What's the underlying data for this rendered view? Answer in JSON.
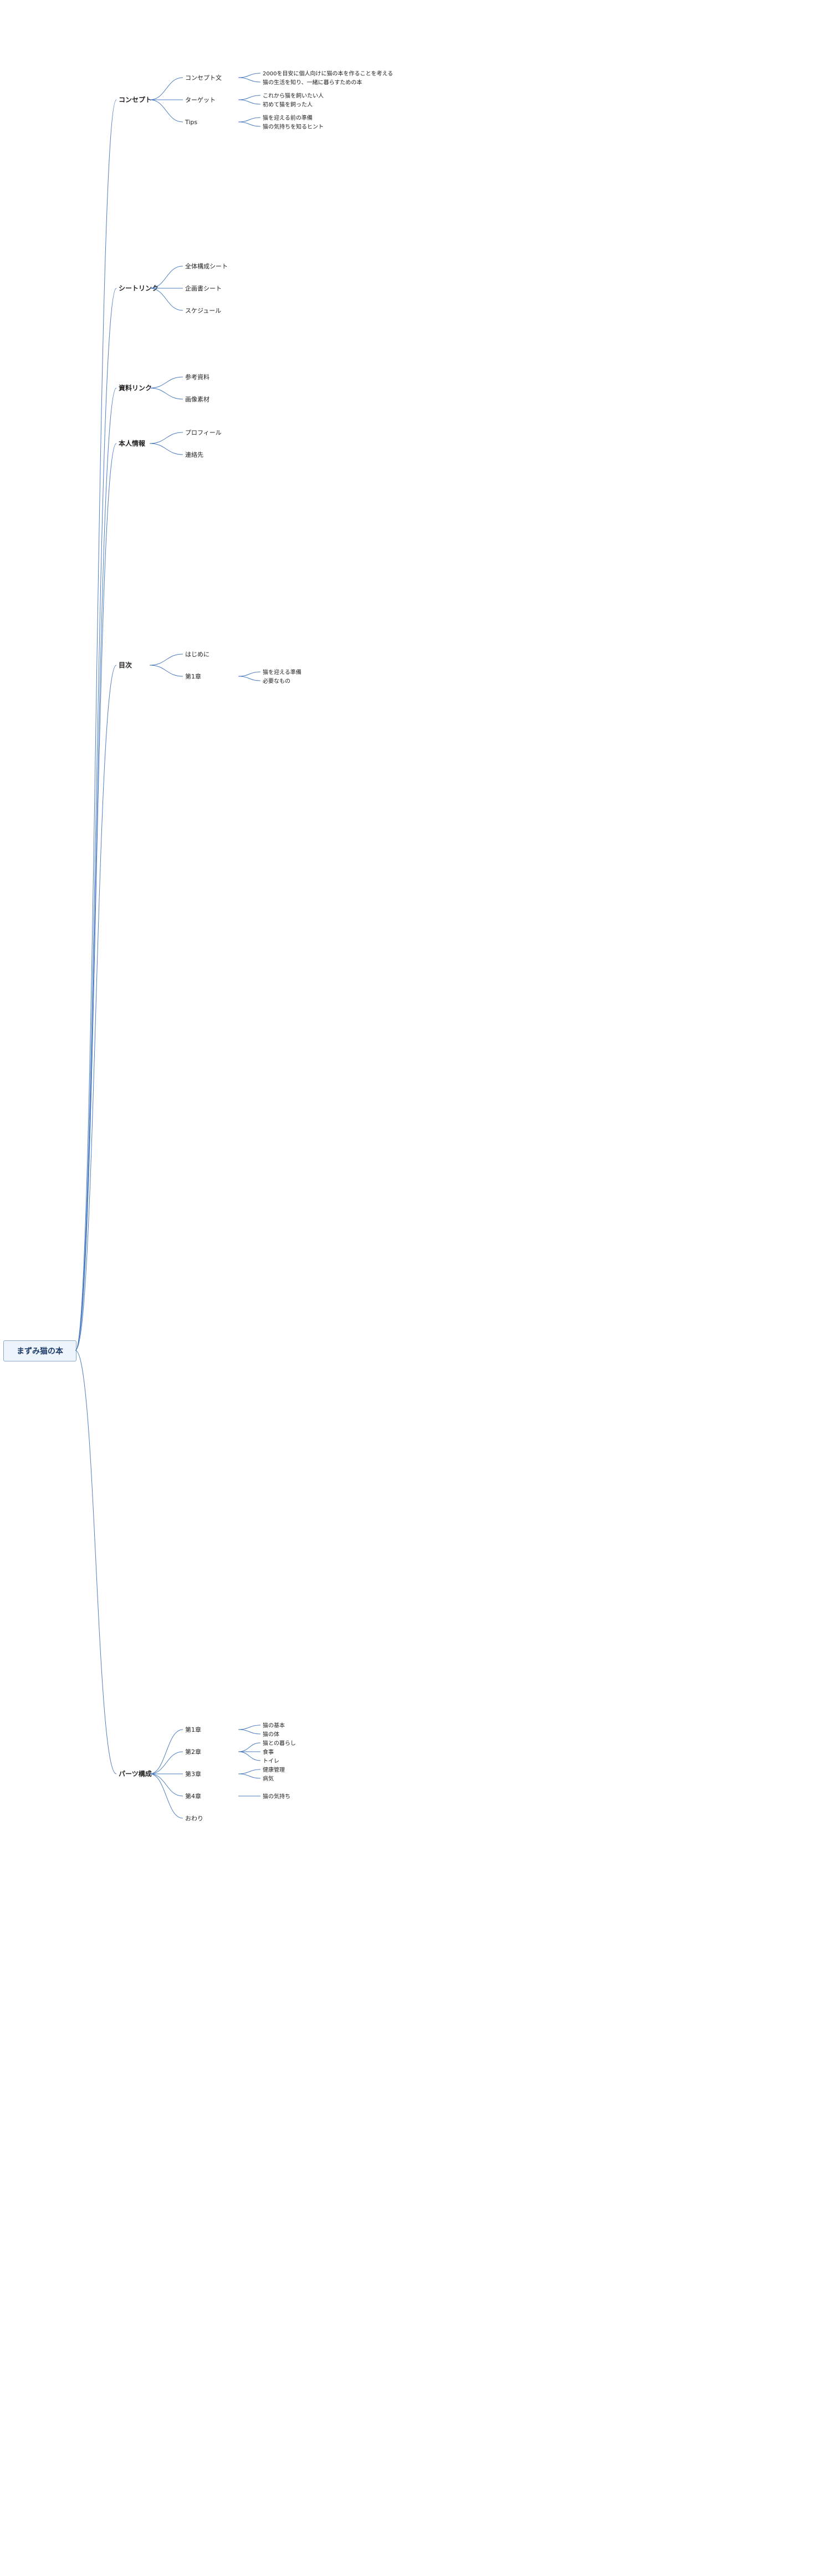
{
  "root": "まずみ猫の本",
  "colors": {
    "line": "#4a7bc0",
    "text": "#222222",
    "root_bg": "#eef4fb",
    "root_border": "#8ba4c6"
  },
  "branches": [
    {
      "label": "コンセプト",
      "children": [
        {
          "label": "コンセプト文",
          "children": [
            {
              "label": "2000を目安に個人向けに猫の本を作ることを考える"
            },
            {
              "label": "猫の生活を知り、一緒に暮らすための本"
            }
          ]
        },
        {
          "label": "ターゲット",
          "children": [
            {
              "label": "これから猫を飼いたい人"
            },
            {
              "label": "初めて猫を飼った人"
            }
          ]
        },
        {
          "label": "Tips",
          "children": [
            {
              "label": "猫を迎える前の準備"
            },
            {
              "label": "猫の気持ちを知るヒント"
            }
          ]
        }
      ]
    },
    {
      "label": "シートリンク",
      "children": [
        {
          "label": "全体構成シート"
        },
        {
          "label": "企画書シート"
        },
        {
          "label": "スケジュール"
        }
      ]
    },
    {
      "label": "資料リンク",
      "children": [
        {
          "label": "参考資料"
        },
        {
          "label": "画像素材"
        }
      ]
    },
    {
      "label": "本人情報",
      "children": [
        {
          "label": "プロフィール"
        },
        {
          "label": "連絡先"
        }
      ]
    },
    {
      "label": "目次",
      "children": [
        {
          "label": "はじめに"
        },
        {
          "label": "第1章",
          "children": [
            {
              "label": "猫を迎える準備"
            },
            {
              "label": "必要なもの"
            }
          ]
        }
      ]
    },
    {
      "label": "パーツ構成",
      "children": [
        {
          "label": "第1章",
          "children": [
            {
              "label": "猫の基本"
            },
            {
              "label": "猫の体"
            }
          ]
        },
        {
          "label": "第2章",
          "children": [
            {
              "label": "猫との暮らし"
            },
            {
              "label": "食事"
            },
            {
              "label": "トイレ"
            }
          ]
        },
        {
          "label": "第3章",
          "children": [
            {
              "label": "健康管理"
            },
            {
              "label": "病気"
            }
          ]
        },
        {
          "label": "第4章",
          "children": [
            {
              "label": "猫の気持ち"
            }
          ]
        },
        {
          "label": "おわり"
        }
      ]
    }
  ]
}
